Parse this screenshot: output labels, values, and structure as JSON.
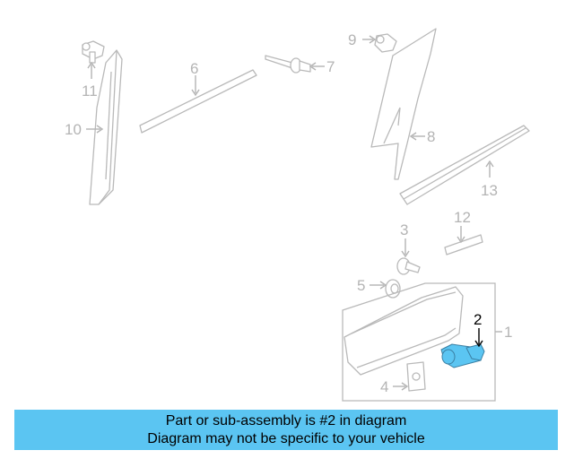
{
  "diagram": {
    "callouts": {
      "c1": "1",
      "c2": "2",
      "c3": "3",
      "c4": "4",
      "c5": "5",
      "c6": "6",
      "c7": "7",
      "c8": "8",
      "c9": "9",
      "c10": "10",
      "c11": "11",
      "c12": "12",
      "c13": "13"
    },
    "highlighted_part": "2",
    "colors": {
      "highlight": "#5bc5f2",
      "line": "#b9b9b9",
      "caption_bg": "#5bc5f2"
    }
  },
  "caption": {
    "line1": "Part or sub-assembly is #2 in diagram",
    "line2": "Diagram may not be specific to your vehicle"
  }
}
